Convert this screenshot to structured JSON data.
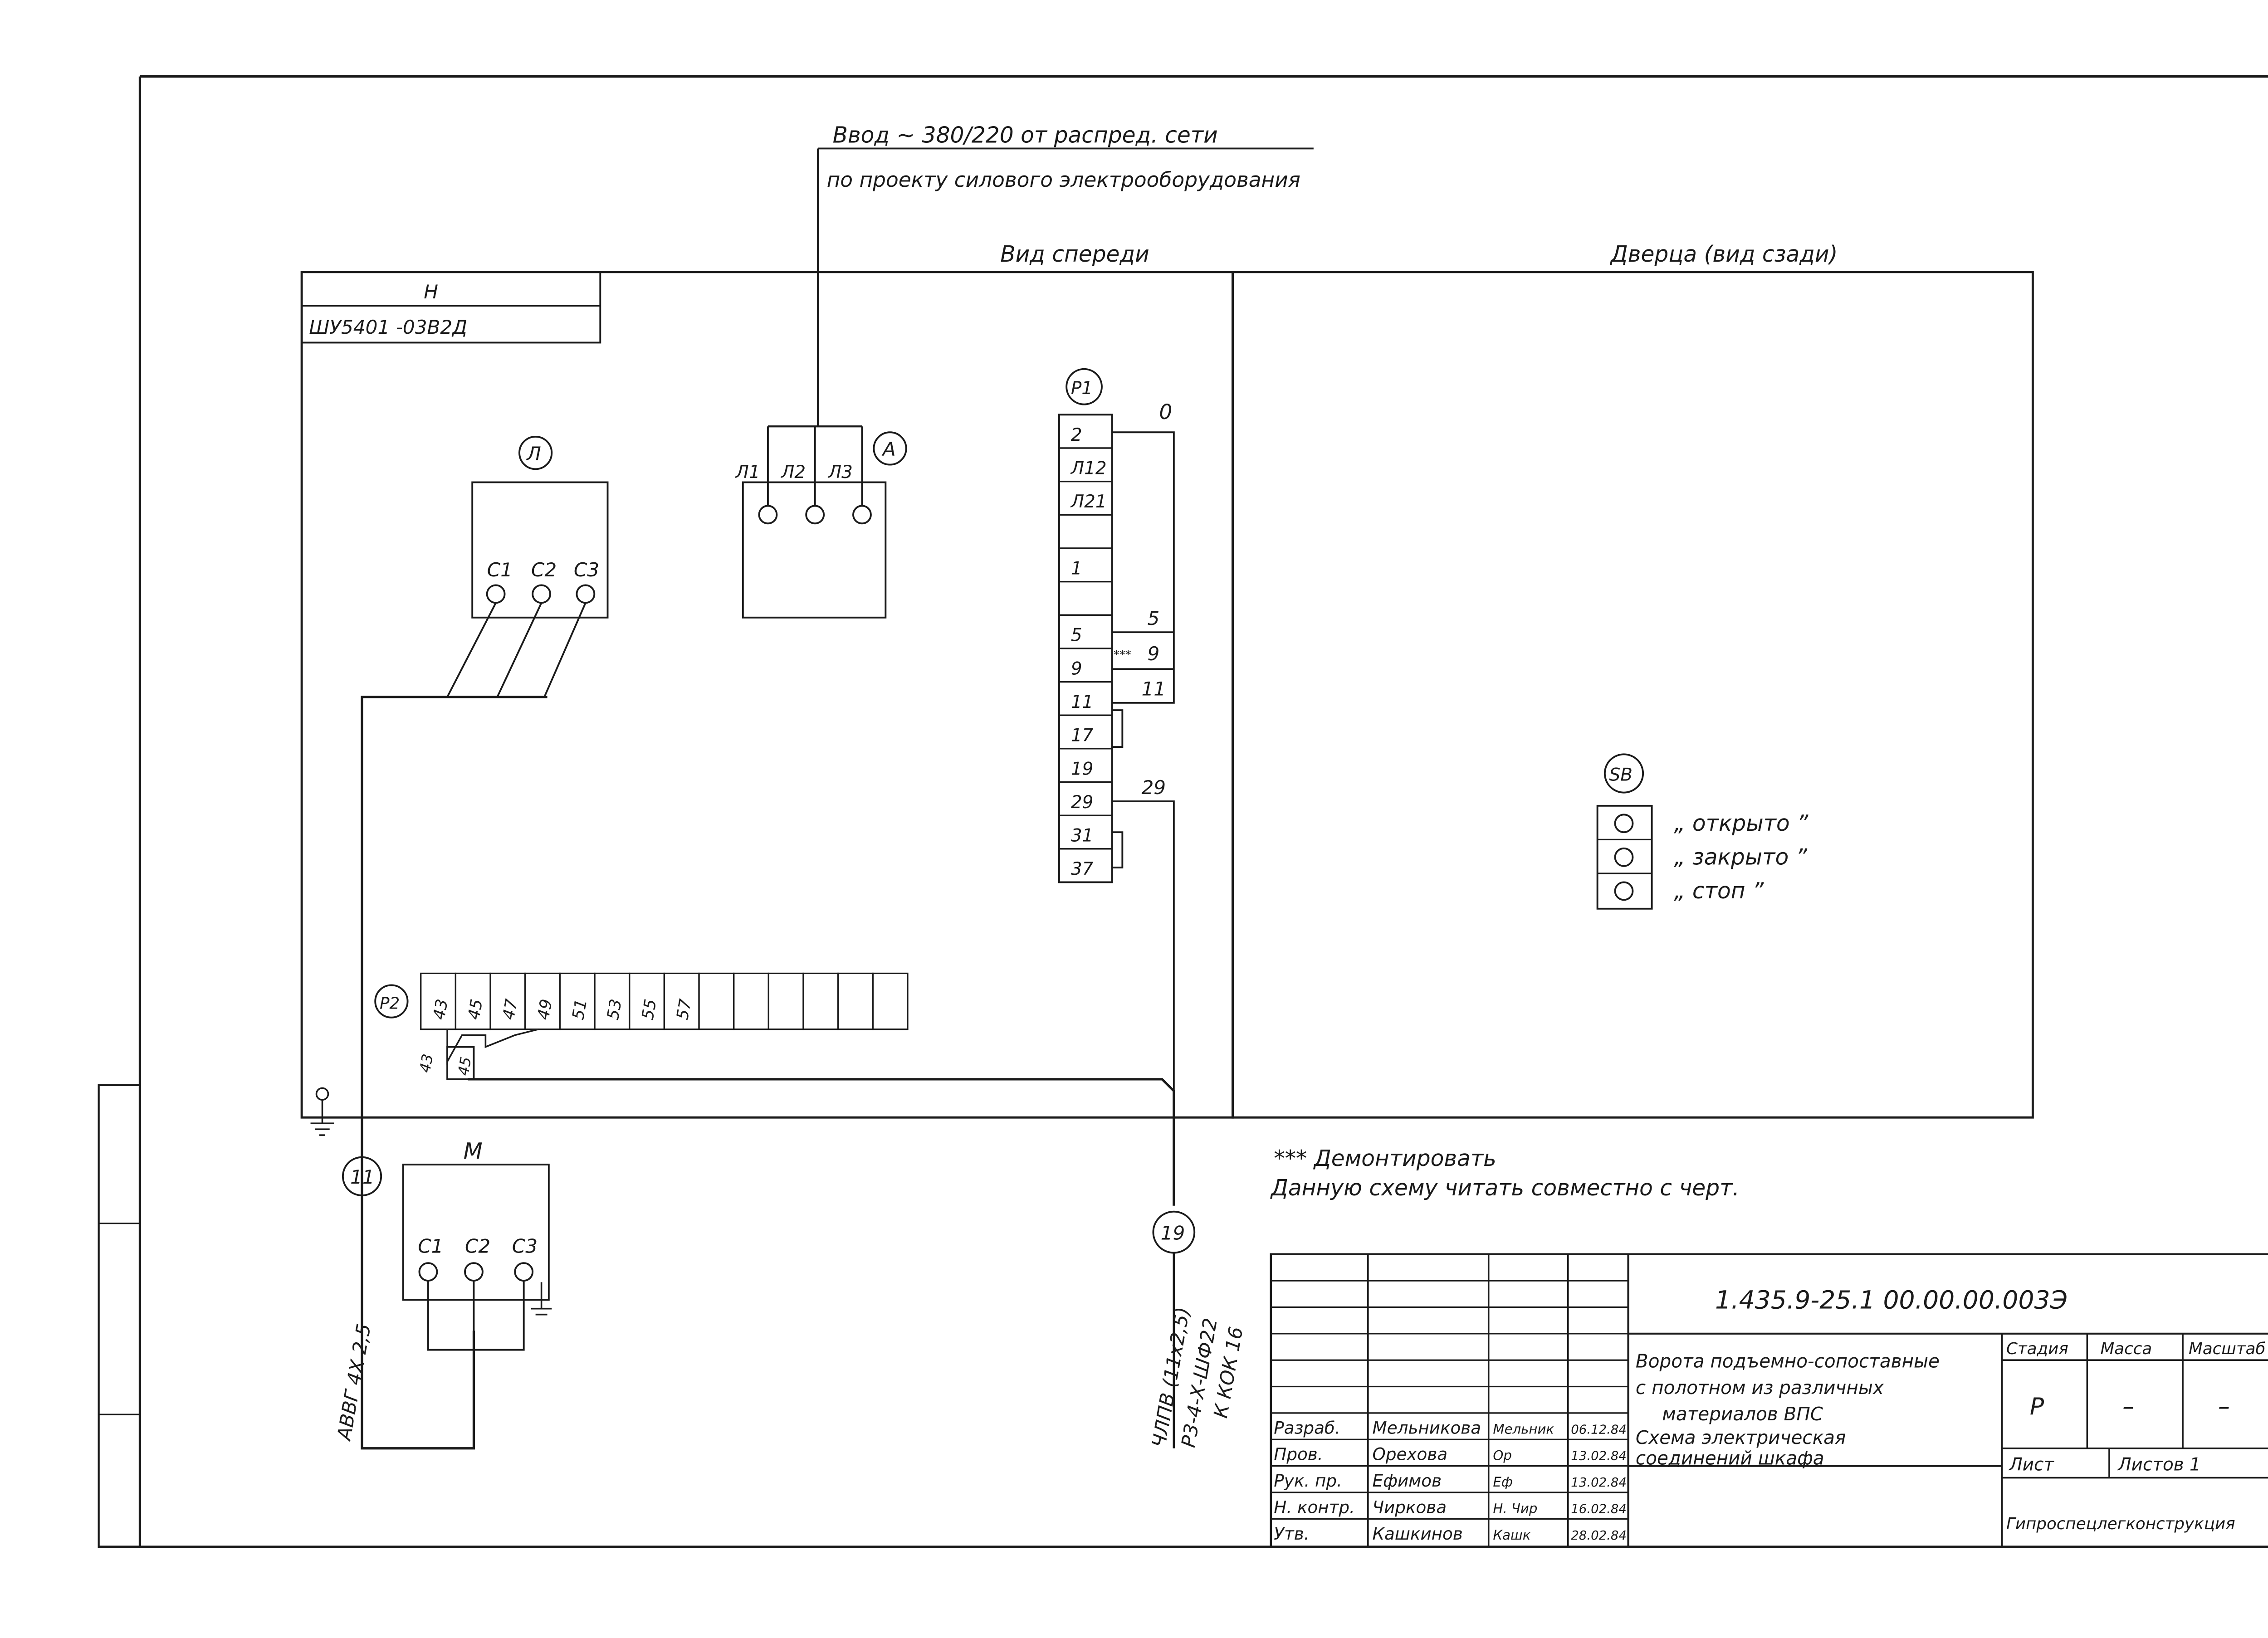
{
  "header": {
    "input_line1": "Ввод ~ 380/220 от распред. сети",
    "input_line2": "по проекту силового электрооборудования",
    "front_view": "Вид спереди",
    "door_view": "Дверца (вид сзади)"
  },
  "cabinet": {
    "code": "Н",
    "model": "ШУ5401 -03В2Д"
  },
  "devices": {
    "L": {
      "tag": "Л",
      "terminals": [
        "С1",
        "С2",
        "С3"
      ]
    },
    "A": {
      "tag": "А",
      "terminals": [
        "Л1",
        "Л2",
        "Л3"
      ]
    },
    "M": {
      "tag": "М",
      "terminals": [
        "С1",
        "С2",
        "С3"
      ]
    }
  },
  "terminal_p1": {
    "tag": "Р1",
    "cells": [
      "2",
      "Л12",
      "Л21",
      "",
      "1",
      "",
      "5",
      "9",
      "11",
      "17",
      "19",
      "29",
      "31",
      "37"
    ],
    "zero_label": "0",
    "side_labels": [
      "5",
      "9",
      "11",
      "29"
    ],
    "marker": "***"
  },
  "terminal_p2": {
    "tag": "Р2",
    "cells": [
      "43",
      "45",
      "47",
      "49",
      "51",
      "53",
      "55",
      "57",
      "",
      "",
      "",
      "",
      "",
      ""
    ],
    "sub_labels": [
      "43",
      "45"
    ]
  },
  "switch_sb": {
    "tag": "SB",
    "labels": [
      "„ открыто ”",
      "„ закрыто ”",
      "„ стоп ”"
    ]
  },
  "cables": {
    "c11": {
      "tag": "11",
      "label": "АВВГ 4Х 2,5"
    },
    "c19": {
      "tag": "19",
      "label_a": "ЧЛПВ (11х2,5)",
      "label_b": "Р3-4-Х-ШФ22",
      "label_c": "К КОК 16"
    }
  },
  "notes": {
    "line1": "*** Демонтировать",
    "line2": "Данную схему читать совместно с черт."
  },
  "title_block": {
    "doc_code": "1.435.9-25.1 00.00.00.003Э",
    "title_lines": [
      "Ворота подъемно-сопоставные",
      "с полотном из различных",
      "материалов ВПС",
      "Схема электрическая",
      "соединений шкафа"
    ],
    "stage_header": "Стадия",
    "mass_header": "Масса",
    "scale_header": "Масштаб",
    "stage": "Р",
    "mass": "–",
    "scale": "–",
    "sheet": "Лист",
    "sheets": "Листов 1",
    "org": "Гипроспецлегконструкция",
    "roles": [
      "Разраб.",
      "Пров.",
      "Рук. пр.",
      "Н. контр.",
      "Утв."
    ],
    "names": [
      "Мельникова",
      "Орехова",
      "Ефимов",
      "Чиркова",
      "Кашкинов"
    ],
    "signatures": [
      "Мельник",
      "Ор",
      "Еф",
      "Н. Чир",
      "Кашк"
    ],
    "dates": [
      "06.12.84",
      "13.02.84",
      "13.02.84",
      "16.02.84",
      "28.02.84"
    ]
  }
}
